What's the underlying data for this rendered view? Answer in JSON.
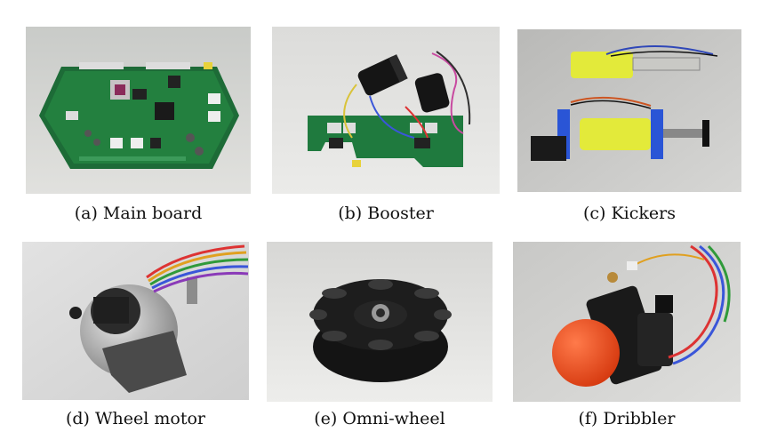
{
  "figure": {
    "panels": [
      {
        "id": "a",
        "caption": "(a) Main board",
        "subject": "main board"
      },
      {
        "id": "b",
        "caption": "(b) Booster",
        "subject": "booster"
      },
      {
        "id": "c",
        "caption": "(c) Kickers",
        "subject": "kickers"
      },
      {
        "id": "d",
        "caption": "(d) Wheel motor",
        "subject": "wheel motor"
      },
      {
        "id": "e",
        "caption": "(e) Omni-wheel",
        "subject": "omni-wheel"
      },
      {
        "id": "f",
        "caption": "(f) Dribbler",
        "subject": "dribbler"
      }
    ]
  }
}
